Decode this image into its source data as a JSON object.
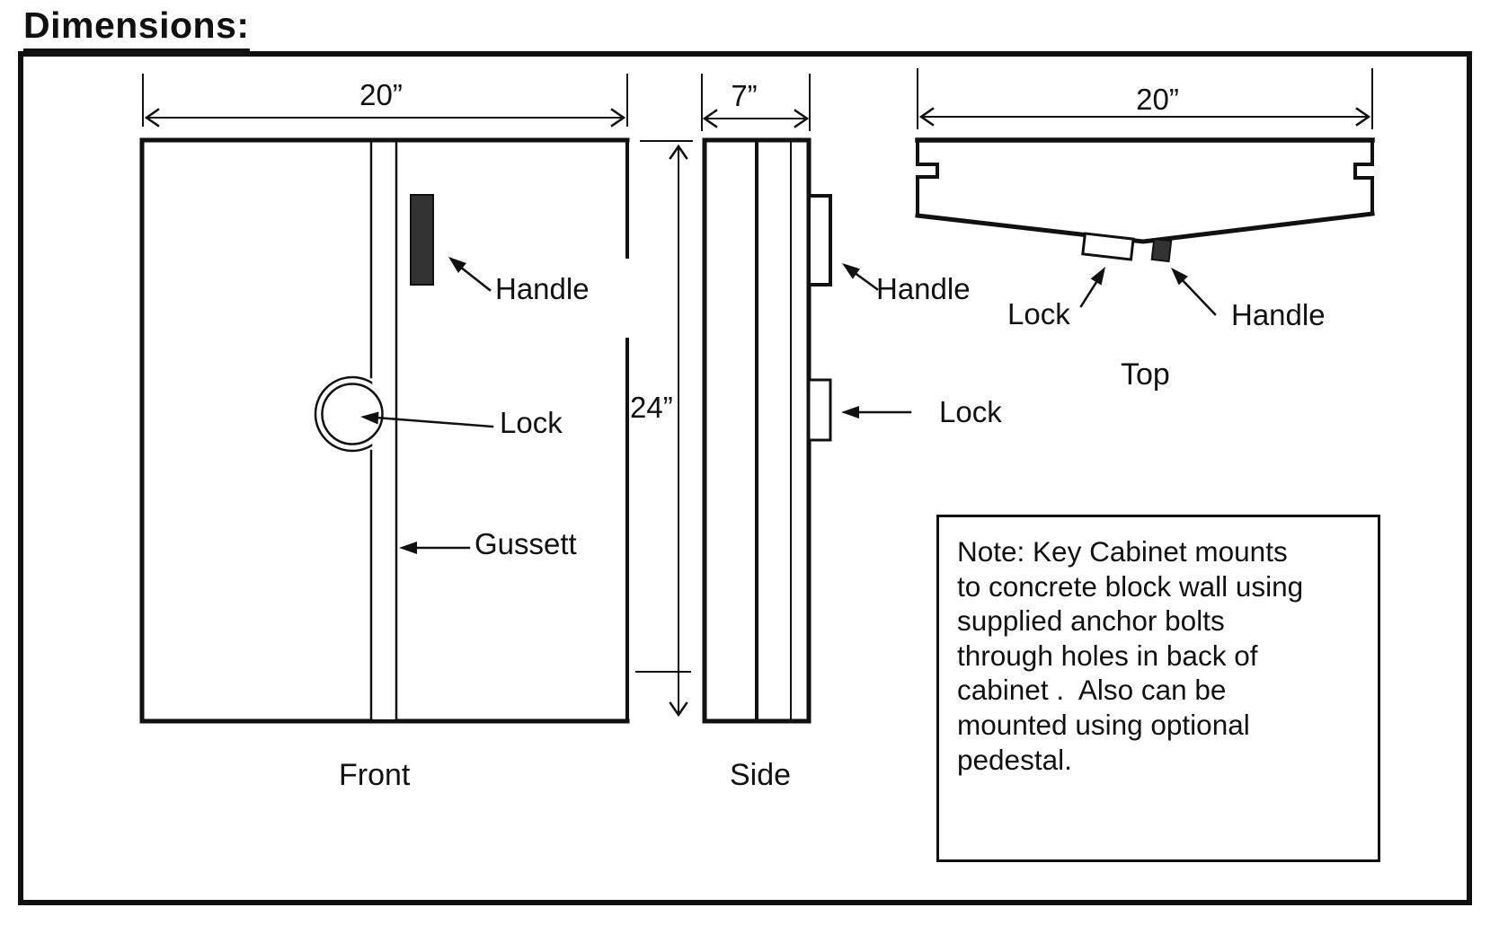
{
  "title": "Dimensions:",
  "views": {
    "front": {
      "label": "Front",
      "width_dim": "20”",
      "height_dim": "24”",
      "annotations": {
        "handle": "Handle",
        "lock": "Lock",
        "gussett": "Gussett"
      }
    },
    "side": {
      "label": "Side",
      "width_dim": "7”",
      "annotations": {
        "handle": "Handle",
        "lock": "Lock"
      }
    },
    "top": {
      "label": "Top",
      "width_dim": "20”",
      "annotations": {
        "lock": "Lock",
        "handle": "Handle"
      }
    }
  },
  "note": {
    "lines": [
      "Note: Key Cabinet mounts",
      "to concrete block wall using",
      "supplied anchor bolts",
      "through holes in back of",
      "cabinet .  Also can be",
      "mounted using optional",
      "pedestal."
    ]
  },
  "colors": {
    "ink": "#111111",
    "handle_fill": "#333333",
    "background": "#ffffff"
  }
}
